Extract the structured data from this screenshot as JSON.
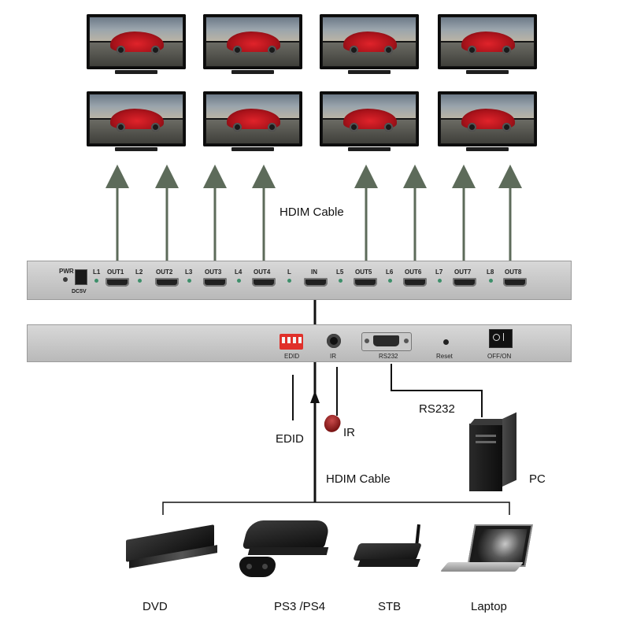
{
  "labels": {
    "hdmi_cable_top": "HDIM Cable",
    "hdmi_cable_bottom": "HDIM Cable",
    "edid": "EDID",
    "ir": "IR",
    "rs232": "RS232",
    "pc": "PC"
  },
  "front_panel": {
    "pwr": "PWR",
    "dc": "DC5V",
    "ports": [
      "OUT1",
      "OUT2",
      "OUT3",
      "OUT4",
      "IN",
      "OUT5",
      "OUT6",
      "OUT7",
      "OUT8"
    ],
    "leds": [
      "L1",
      "L2",
      "L3",
      "L4",
      "L",
      "L5",
      "L6",
      "L7",
      "L8"
    ]
  },
  "back_panel": {
    "edid": "EDID",
    "ir": "IR",
    "rs232": "RS232",
    "reset": "Reset",
    "power": "OFF/ON"
  },
  "sources": [
    "DVD",
    "PS3 /PS4",
    "STB",
    "Laptop"
  ],
  "colors": {
    "arrow": "#5d6b5a",
    "led": "#3d8f6a",
    "car": "#c4161e",
    "dip": "#e0302a"
  }
}
